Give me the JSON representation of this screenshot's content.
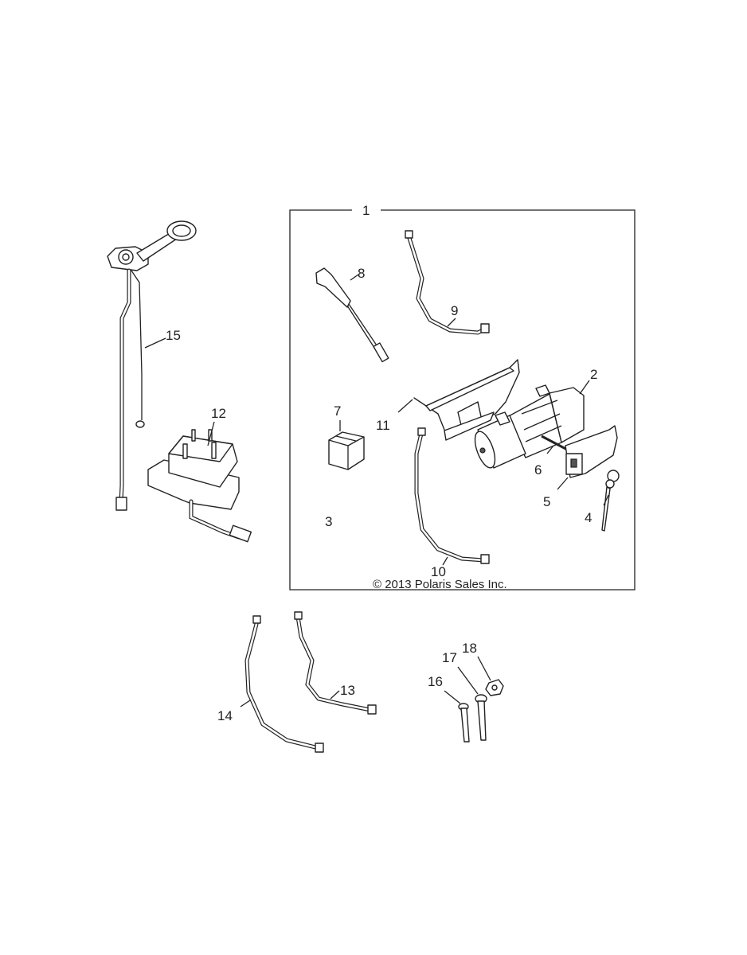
{
  "diagram": {
    "copyright": "© 2013 Polaris Sales Inc.",
    "callouts": {
      "c1": "1",
      "c2": "2",
      "c3": "3",
      "c4": "4",
      "c5": "5",
      "c6": "6",
      "c7": "7",
      "c8": "8",
      "c9": "9",
      "c10": "10",
      "c11": "11",
      "c12": "12",
      "c13": "13",
      "c14": "14",
      "c15": "15",
      "c16": "16",
      "c17": "17",
      "c18": "18"
    }
  }
}
